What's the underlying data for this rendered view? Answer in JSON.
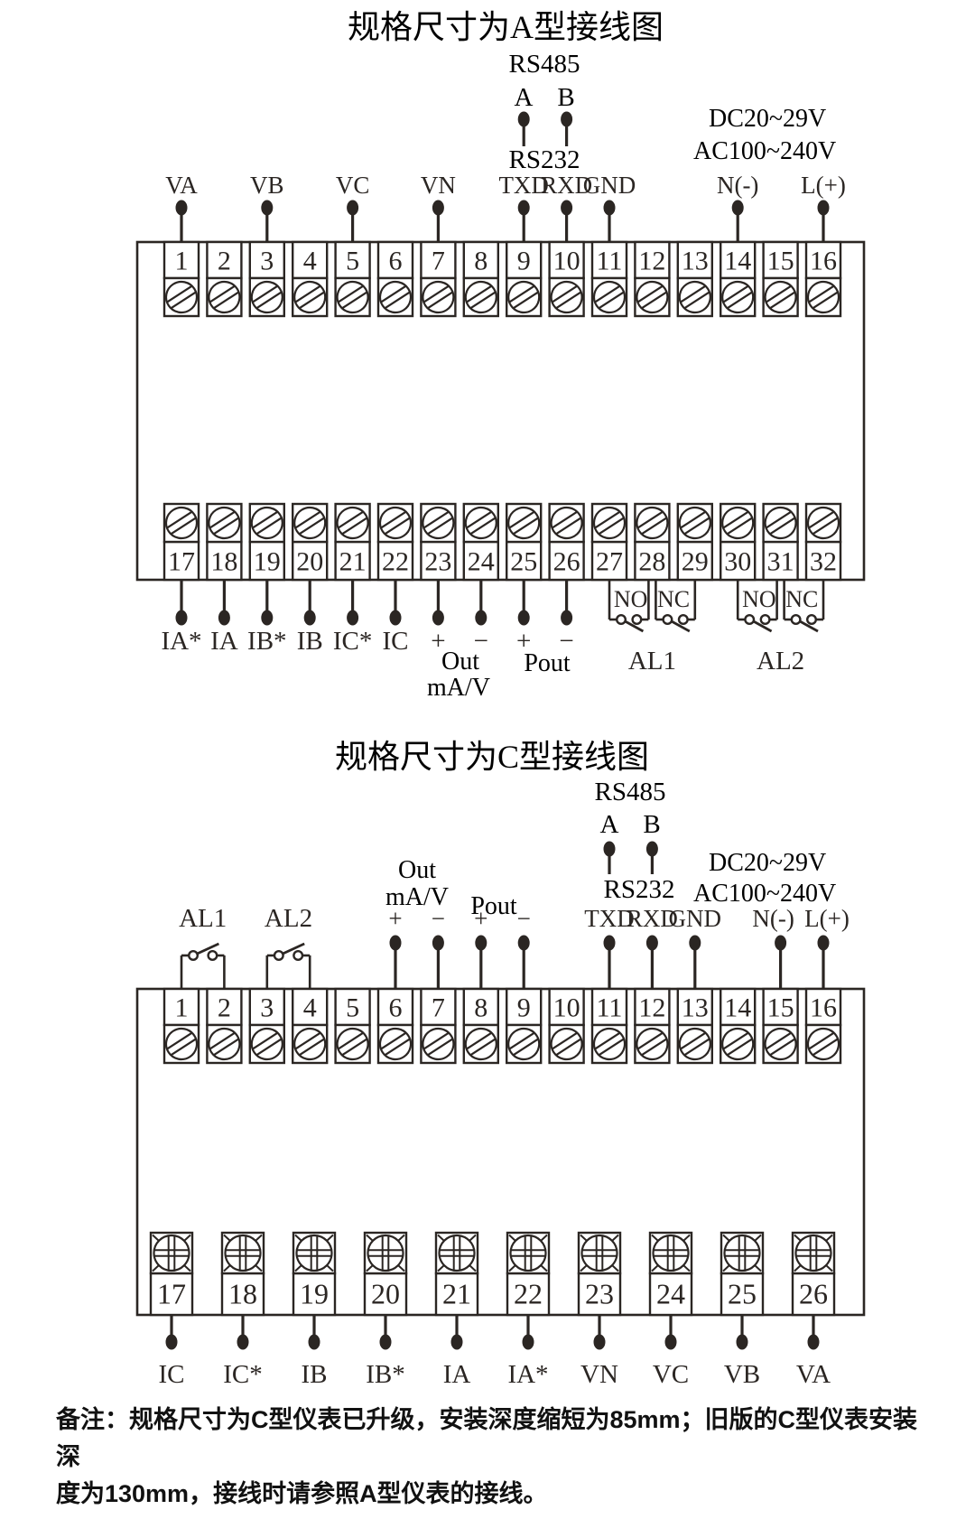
{
  "page": {
    "bg": "#ffffff",
    "ink": "#2b2623"
  },
  "diagram_a": {
    "title": "规格尺寸为A型接线图",
    "rs485": {
      "label": "RS485",
      "a": "A",
      "b": "B",
      "a_terminal": 9,
      "b_terminal": 10
    },
    "rs232_label": "RS232",
    "power": {
      "line1": "DC20~29V",
      "line2": "AC100~240V"
    },
    "top_connections": [
      {
        "label": "VA",
        "terminal": 1
      },
      {
        "label": "VB",
        "terminal": 3
      },
      {
        "label": "VC",
        "terminal": 5
      },
      {
        "label": "VN",
        "terminal": 7
      },
      {
        "label": "TXD",
        "terminal": 9
      },
      {
        "label": "RXD",
        "terminal": 10
      },
      {
        "label": "GND",
        "terminal": 11
      },
      {
        "label": "N(-)",
        "terminal": 14
      },
      {
        "label": "L(+)",
        "terminal": 16
      }
    ],
    "terminals_top": [
      1,
      2,
      3,
      4,
      5,
      6,
      7,
      8,
      9,
      10,
      11,
      12,
      13,
      14,
      15,
      16
    ],
    "terminals_bottom": [
      17,
      18,
      19,
      20,
      21,
      22,
      23,
      24,
      25,
      26,
      27,
      28,
      29,
      30,
      31,
      32
    ],
    "bottom_connections": [
      {
        "label": "IA*",
        "terminal": 17
      },
      {
        "label": "IA",
        "terminal": 18
      },
      {
        "label": "IB*",
        "terminal": 19
      },
      {
        "label": "IB",
        "terminal": 20
      },
      {
        "label": "IC*",
        "terminal": 21
      },
      {
        "label": "IC",
        "terminal": 22
      },
      {
        "label": "+",
        "terminal": 23
      },
      {
        "label": "−",
        "terminal": 24
      },
      {
        "label": "+",
        "terminal": 25
      },
      {
        "label": "−",
        "terminal": 26
      }
    ],
    "analog_out": {
      "line1": "Out",
      "line2": "mA/V"
    },
    "pulse_out": {
      "label": "Pout"
    },
    "relays": [
      {
        "label": "AL1",
        "no": "NO",
        "nc": "NC",
        "terminals": [
          27,
          28,
          29
        ]
      },
      {
        "label": "AL2",
        "no": "NO",
        "nc": "NC",
        "terminals": [
          30,
          31,
          32
        ]
      }
    ]
  },
  "diagram_c": {
    "title": "规格尺寸为C型接线图",
    "rs485": {
      "label": "RS485",
      "a": "A",
      "b": "B",
      "a_terminal": 11,
      "b_terminal": 12
    },
    "rs232_label": "RS232",
    "power": {
      "line1": "DC20~29V",
      "line2": "AC100~240V"
    },
    "analog_out": {
      "line1": "Out",
      "line2": "mA/V"
    },
    "pulse_out": {
      "label": "Pout"
    },
    "alarms": [
      {
        "label": "AL1",
        "terminals": [
          1,
          2
        ]
      },
      {
        "label": "AL2",
        "terminals": [
          3,
          4
        ]
      }
    ],
    "top_connections": [
      {
        "label": "+",
        "terminal": 6
      },
      {
        "label": "−",
        "terminal": 7
      },
      {
        "label": "+",
        "terminal": 8
      },
      {
        "label": "−",
        "terminal": 9
      },
      {
        "label": "TXD",
        "terminal": 11
      },
      {
        "label": "RXD",
        "terminal": 12
      },
      {
        "label": "GND",
        "terminal": 13
      },
      {
        "label": "N(-)",
        "terminal": 15
      },
      {
        "label": "L(+)",
        "terminal": 16
      }
    ],
    "terminals_top": [
      1,
      2,
      3,
      4,
      5,
      6,
      7,
      8,
      9,
      10,
      11,
      12,
      13,
      14,
      15,
      16
    ],
    "terminals_bottom": [
      17,
      18,
      19,
      20,
      21,
      22,
      23,
      24,
      25,
      26
    ],
    "bottom_connections": [
      {
        "label": "IC",
        "terminal": 17
      },
      {
        "label": "IC*",
        "terminal": 18
      },
      {
        "label": "IB",
        "terminal": 19
      },
      {
        "label": "IB*",
        "terminal": 20
      },
      {
        "label": "IA",
        "terminal": 21
      },
      {
        "label": "IA*",
        "terminal": 22
      },
      {
        "label": "VN",
        "terminal": 23
      },
      {
        "label": "VC",
        "terminal": 24
      },
      {
        "label": "VB",
        "terminal": 25
      },
      {
        "label": "VA",
        "terminal": 26
      }
    ]
  },
  "note": {
    "line1": "备注：规格尺寸为C型仪表已升级，安装深度缩短为85mm；旧版的C型仪表安装深",
    "line2": "度为130mm，接线时请参照A型仪表的接线。"
  }
}
